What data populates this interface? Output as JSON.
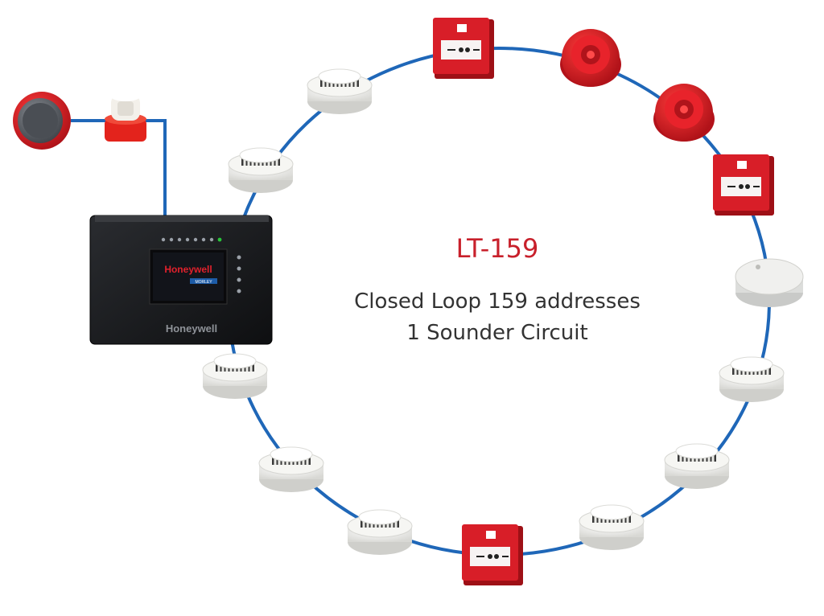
{
  "title": "LT-159",
  "description_lines": [
    "Closed Loop 159 addresses",
    "1 Sounder Circuit"
  ],
  "panel": {
    "brand": "Honeywell",
    "screen_brand": "Honeywell",
    "screen_badge": "MORLEY"
  },
  "colors": {
    "wire": "#1f67b8",
    "title": "#c8202b",
    "text": "#333333",
    "device_red": "#d81e28",
    "detector_white": "#f2f2f0"
  },
  "devices": [
    {
      "type": "smoke-detector"
    },
    {
      "type": "smoke-detector"
    },
    {
      "type": "call-point"
    },
    {
      "type": "sounder"
    },
    {
      "type": "sounder"
    },
    {
      "type": "call-point"
    },
    {
      "type": "interface-module"
    },
    {
      "type": "smoke-detector"
    },
    {
      "type": "smoke-detector"
    },
    {
      "type": "smoke-detector"
    },
    {
      "type": "call-point"
    },
    {
      "type": "smoke-detector"
    },
    {
      "type": "smoke-detector"
    },
    {
      "type": "smoke-detector"
    }
  ],
  "sounder_circuit": [
    {
      "type": "wall-sounder"
    },
    {
      "type": "beacon"
    }
  ]
}
